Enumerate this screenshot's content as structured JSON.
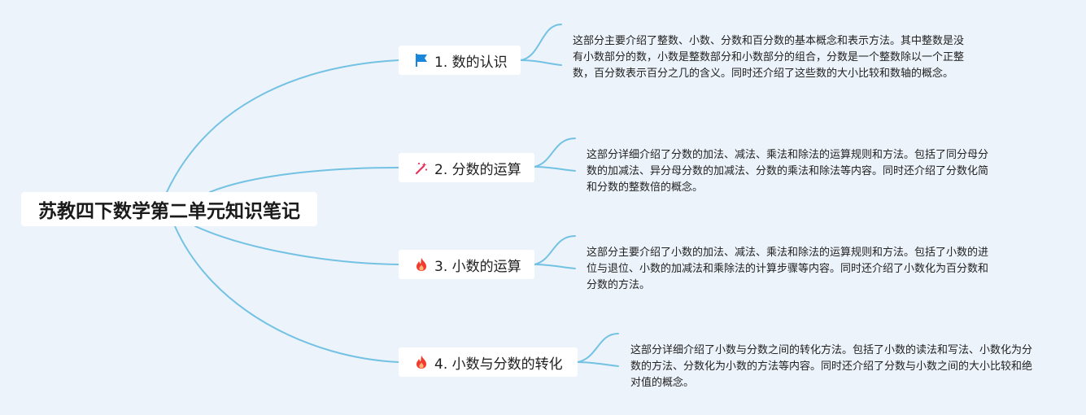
{
  "root": {
    "title": "苏教四下数学第二单元知识笔记"
  },
  "branches": [
    {
      "label": "1. 数的认识",
      "icon": "flag-icon",
      "description": "这部分主要介绍了整数、小数、分数和百分数的基本概念和表示方法。其中整数是没有小数部分的数，小数是整数部分和小数部分的组合，分数是一个整数除以一个正整数，百分数表示百分之几的含义。同时还介绍了这些数的大小比较和数轴的概念。"
    },
    {
      "label": "2. 分数的运算",
      "icon": "magic-wand-icon",
      "description": "这部分详细介绍了分数的加法、减法、乘法和除法的运算规则和方法。包括了同分母分数的加减法、异分母分数的加减法、分数的乘法和除法等内容。同时还介绍了分数化简和分数的整数倍的概念。"
    },
    {
      "label": "3. 小数的运算",
      "icon": "fire-icon",
      "description": "这部分主要介绍了小数的加法、减法、乘法和除法的运算规则和方法。包括了小数的进位与退位、小数的加减法和乘除法的计算步骤等内容。同时还介绍了小数化为百分数和分数的方法。"
    },
    {
      "label": "4. 小数与分数的转化",
      "icon": "fire-icon",
      "description": "这部分详细介绍了小数与分数之间的转化方法。包括了小数的读法和写法、小数化为分数的方法、分数化为小数的方法等内容。同时还介绍了分数与小数之间的大小比较和绝对值的概念。"
    }
  ],
  "colors": {
    "background": "#ecf3fa",
    "connector": "#73c2e4",
    "node_fill": "#ffffff",
    "flag_icon": "#1a86d9",
    "fire_icon": "#f03c2e",
    "wand_icon": "#e8345a"
  }
}
